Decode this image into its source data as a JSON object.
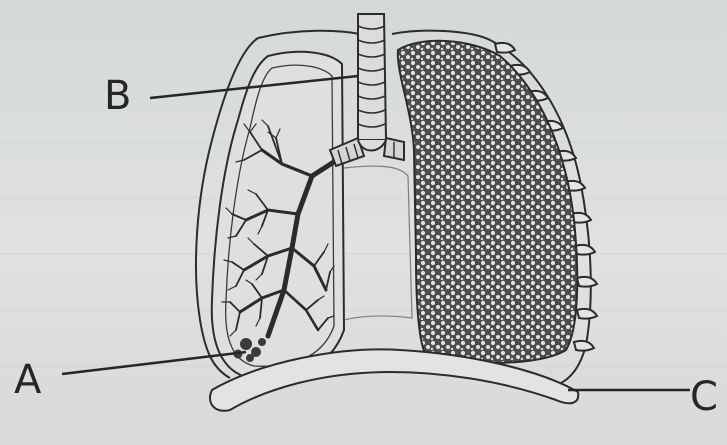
{
  "labels": {
    "a": "A",
    "b": "B",
    "c": "C"
  },
  "colors": {
    "background": "#d9dcdc",
    "ink": "#262626",
    "lung_fill": "#d8d9d8"
  }
}
